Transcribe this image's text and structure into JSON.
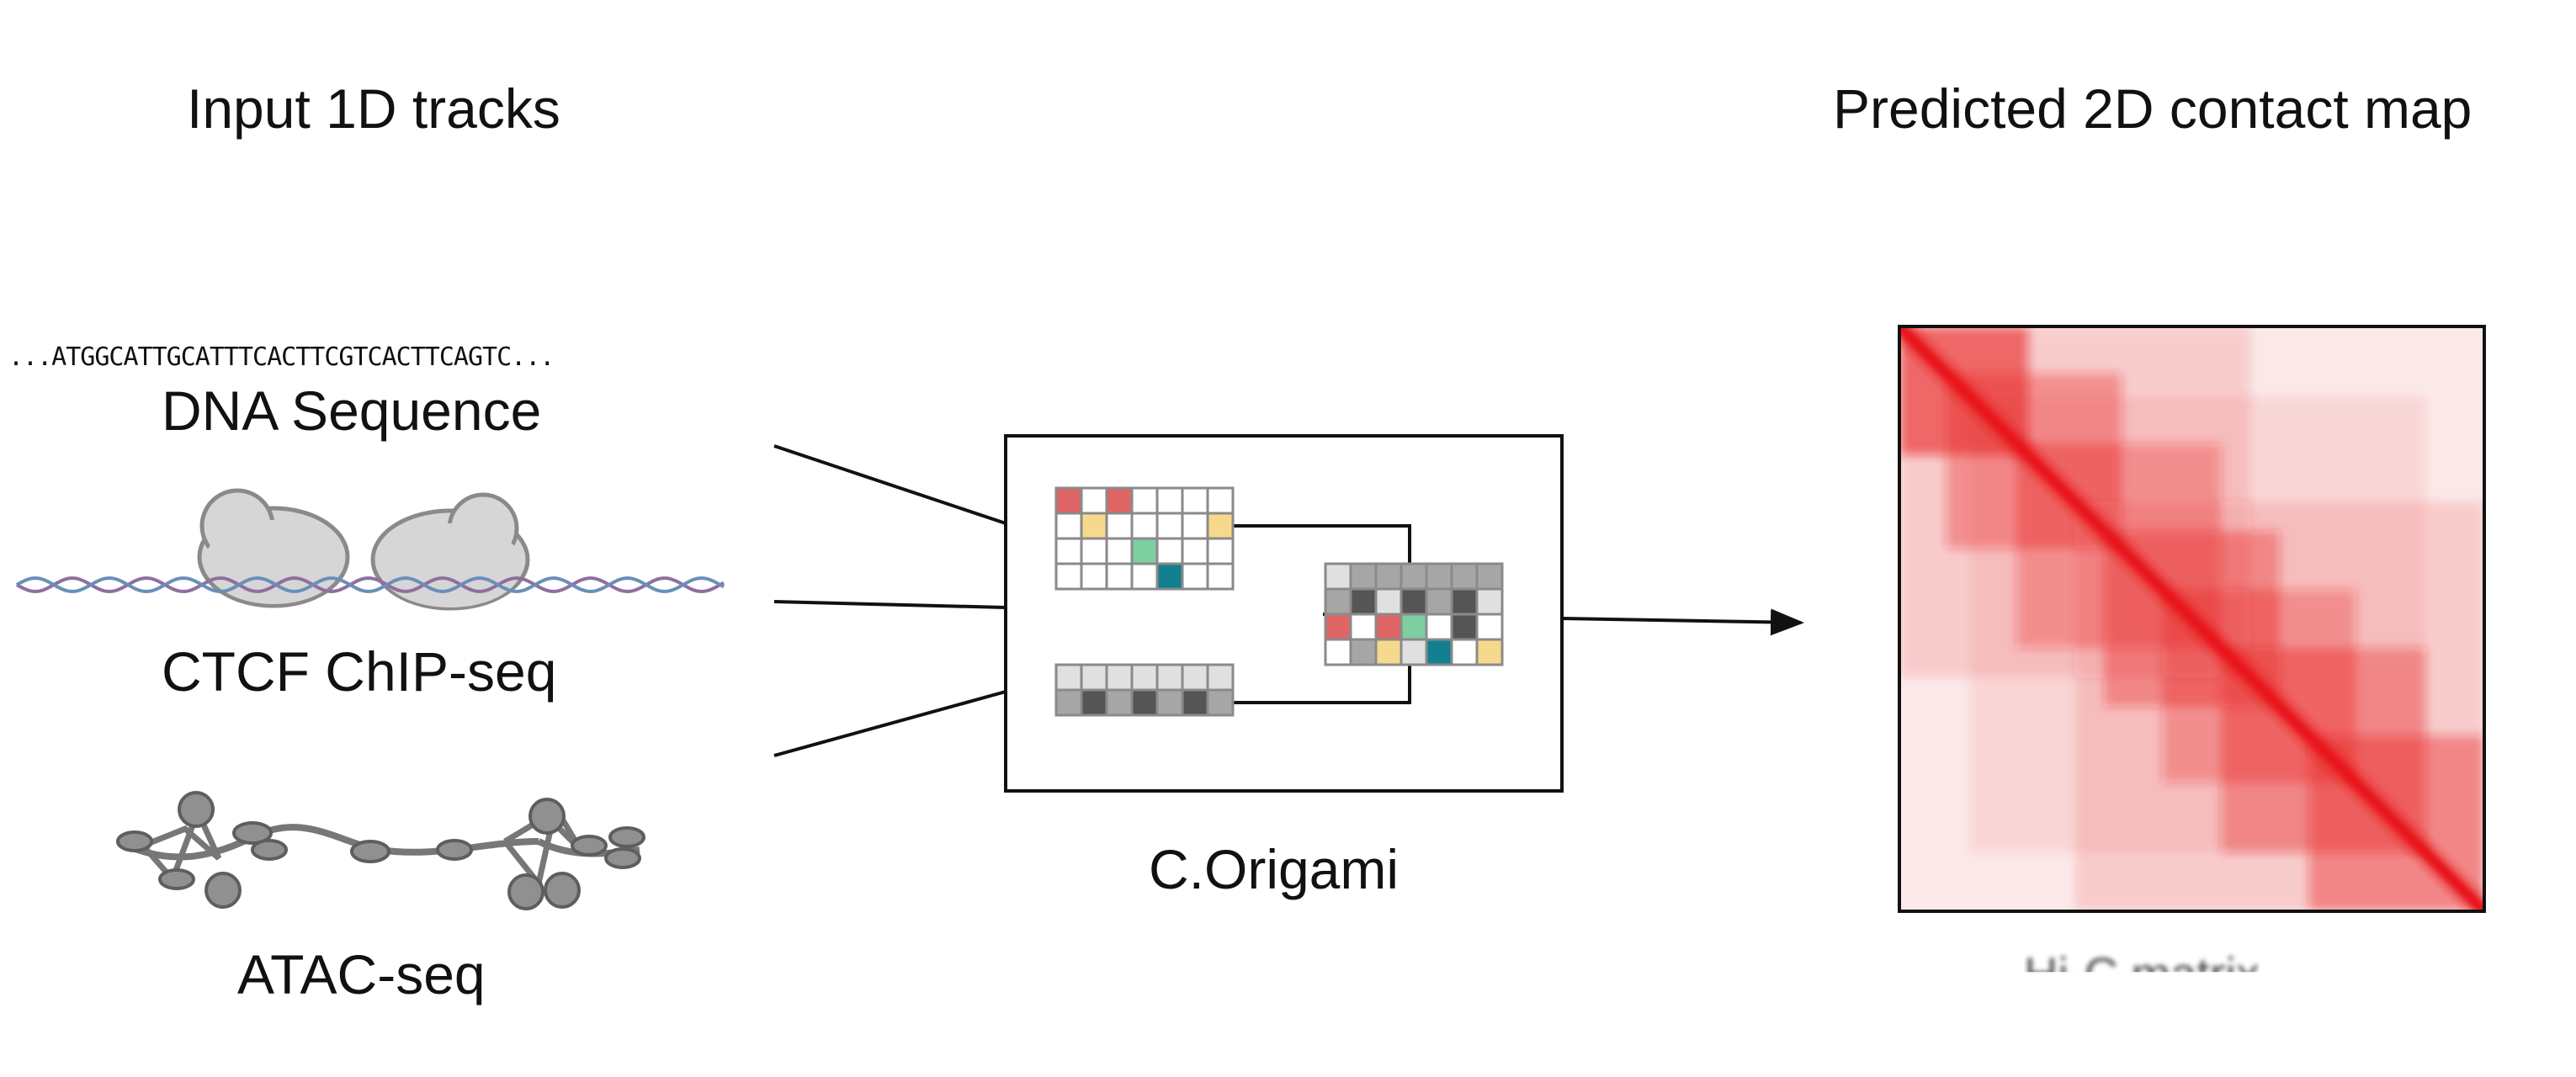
{
  "diagram": {
    "input_title": "Input 1D tracks",
    "output_title": "Predicted 2D contact map",
    "dna_sequence": "...ATGGCATTGCATTTCACTTCGTCACTTCAGTC...",
    "dna_label": "DNA Sequence",
    "ctcf_label": "CTCF ChIP-seq",
    "atac_label": "ATAC-seq",
    "model_label": "C.Origami",
    "hic_label": "Hi-C matrix"
  },
  "colors": {
    "heatmap": "#e8191a",
    "cell_red": "#e06666",
    "cell_yellow": "#f6d98c",
    "cell_green": "#7dcea0",
    "cell_teal": "#12808f",
    "cell_dark": "#555555",
    "cell_gray": "#a6a6a6",
    "cell_light": "#e0e0e0"
  }
}
